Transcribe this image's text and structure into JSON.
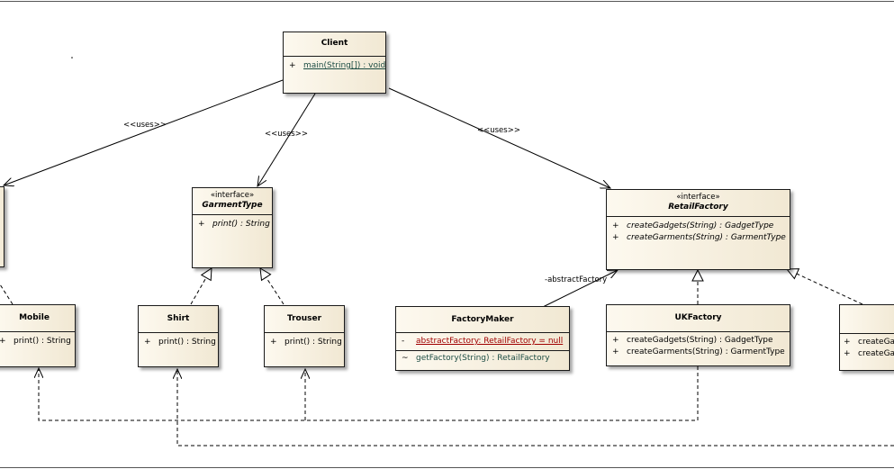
{
  "labels": {
    "uses_left": "<<uses>>",
    "uses_middle": "<<uses>>",
    "uses_right": "<<uses>>",
    "abstract_factory_role": "-abstractFactory"
  },
  "classes": {
    "client": {
      "name": "Client",
      "op_vis": "+",
      "op": "main(String[]) : void"
    },
    "garment_type": {
      "stereotype": "«interface»",
      "name": "GarmentType",
      "op_vis": "+",
      "op": "print() : String"
    },
    "retail_factory": {
      "stereotype": "«interface»",
      "name": "RetailFactory",
      "op1_vis": "+",
      "op1": "createGadgets(String) : GadgetType",
      "op2_vis": "+",
      "op2": "createGarments(String) : GarmentType"
    },
    "mobile": {
      "name": "Mobile",
      "op_vis": "+",
      "op": "print() : String"
    },
    "shirt": {
      "name": "Shirt",
      "op_vis": "+",
      "op": "print() : String"
    },
    "trouser": {
      "name": "Trouser",
      "op_vis": "+",
      "op": "print() : String"
    },
    "factory_maker": {
      "name": "FactoryMaker",
      "attr_vis": "-",
      "attr": "abstractFactory:  RetailFactory = null",
      "op_vis": "~",
      "op": "getFactory(String) : RetailFactory"
    },
    "uk_factory": {
      "name": "UKFactory",
      "op1_vis": "+",
      "op1": "createGadgets(String) : GadgetType",
      "op2_vis": "+",
      "op2": "createGarments(String) : GarmentType"
    },
    "partial_factory": {
      "op1_vis": "+",
      "op1": "createGa",
      "op2_vis": "+",
      "op2": "createGa"
    }
  }
}
